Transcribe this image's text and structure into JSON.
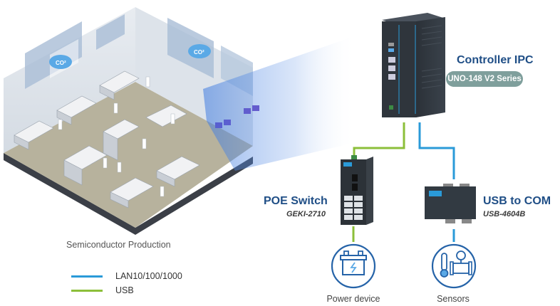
{
  "controller": {
    "title": "Controller IPC",
    "model": "UNO-148 V2 Series"
  },
  "poe_switch": {
    "title": "POE Switch",
    "model": "GEKI-2710"
  },
  "usb_to_com": {
    "title": "USB to COM",
    "model": "USB-4604B"
  },
  "factory": {
    "label": "Semiconductor Production",
    "co2_label": "CO²"
  },
  "legend": [
    {
      "label": "LAN10/100/1000",
      "color": "#2a9ad8"
    },
    {
      "label": "USB",
      "color": "#8cbf3a"
    }
  ],
  "endpoints": {
    "power": {
      "label": "Power device",
      "icon": "battery-icon"
    },
    "sensors": {
      "label": "Sensors",
      "icon": "thermometer-gauge-icon"
    }
  },
  "colors": {
    "title_blue": "#1f4e86",
    "pill_gray": "#7f9f9c",
    "lan_blue": "#2a9ad8",
    "usb_green": "#8cbf3a",
    "icon_blue": "#2563a8"
  }
}
